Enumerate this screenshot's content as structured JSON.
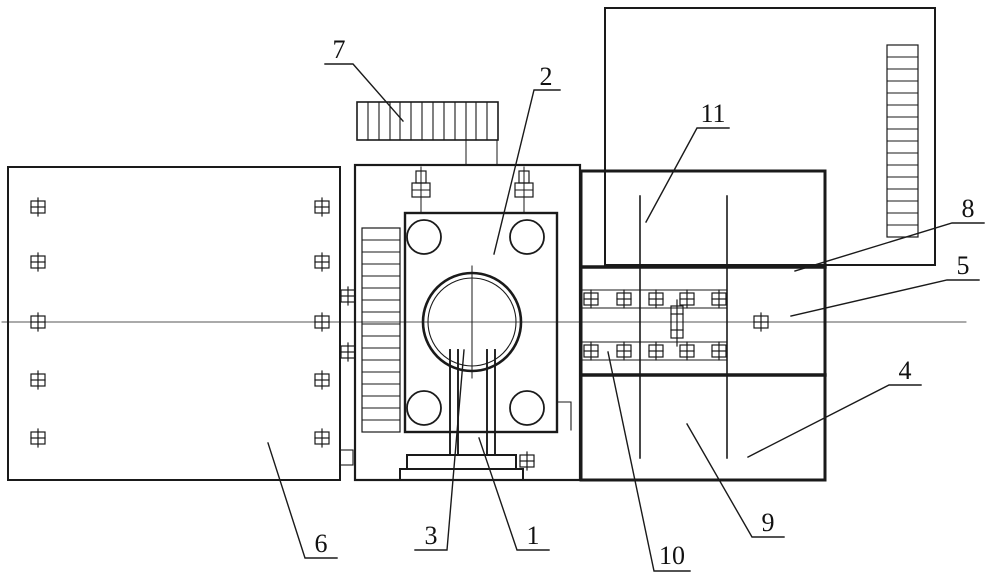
{
  "figure": {
    "background": "#ffffff",
    "line_color": "#1a1a1a"
  },
  "callouts": [
    {
      "label": "1"
    },
    {
      "label": "2"
    },
    {
      "label": "3"
    },
    {
      "label": "4"
    },
    {
      "label": "5"
    },
    {
      "label": "6"
    },
    {
      "label": "7"
    },
    {
      "label": "8"
    },
    {
      "label": "9"
    },
    {
      "label": "10"
    },
    {
      "label": "11"
    }
  ]
}
